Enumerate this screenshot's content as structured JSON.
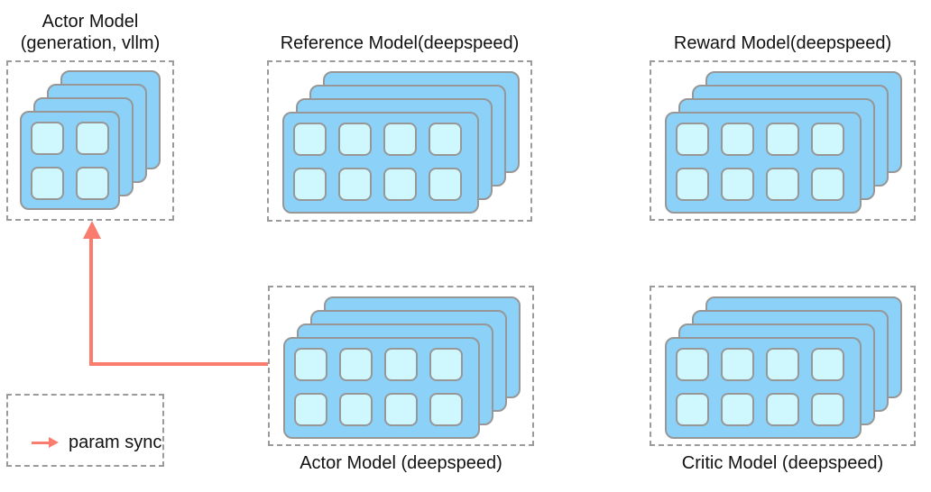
{
  "diagram": {
    "groups": [
      {
        "id": "actor-generation",
        "title_lines": [
          "Actor Model",
          "(generation, vllm)"
        ],
        "label_position": "above",
        "stack_count": 4,
        "gpu_grid": {
          "cols": 2,
          "rows": 2
        }
      },
      {
        "id": "reference-model",
        "title_lines": [
          "Reference Model(deepspeed)"
        ],
        "label_position": "above",
        "stack_count": 4,
        "gpu_grid": {
          "cols": 4,
          "rows": 2
        }
      },
      {
        "id": "reward-model",
        "title_lines": [
          "Reward Model(deepspeed)"
        ],
        "label_position": "above",
        "stack_count": 4,
        "gpu_grid": {
          "cols": 4,
          "rows": 2
        }
      },
      {
        "id": "actor-training",
        "title_lines": [
          "Actor Model (deepspeed)"
        ],
        "label_position": "below",
        "stack_count": 4,
        "gpu_grid": {
          "cols": 4,
          "rows": 2
        }
      },
      {
        "id": "critic-model",
        "title_lines": [
          "Critic Model (deepspeed)"
        ],
        "label_position": "below",
        "stack_count": 4,
        "gpu_grid": {
          "cols": 4,
          "rows": 2
        }
      }
    ],
    "legend": {
      "label": "param sync"
    },
    "colors": {
      "card_fill": "#8BD1F8",
      "cell_fill": "#CFF7FE",
      "card_border": "#979797",
      "box_border": "#9B9B9B",
      "arrow": "#F97C6F",
      "text": "#121212"
    }
  }
}
